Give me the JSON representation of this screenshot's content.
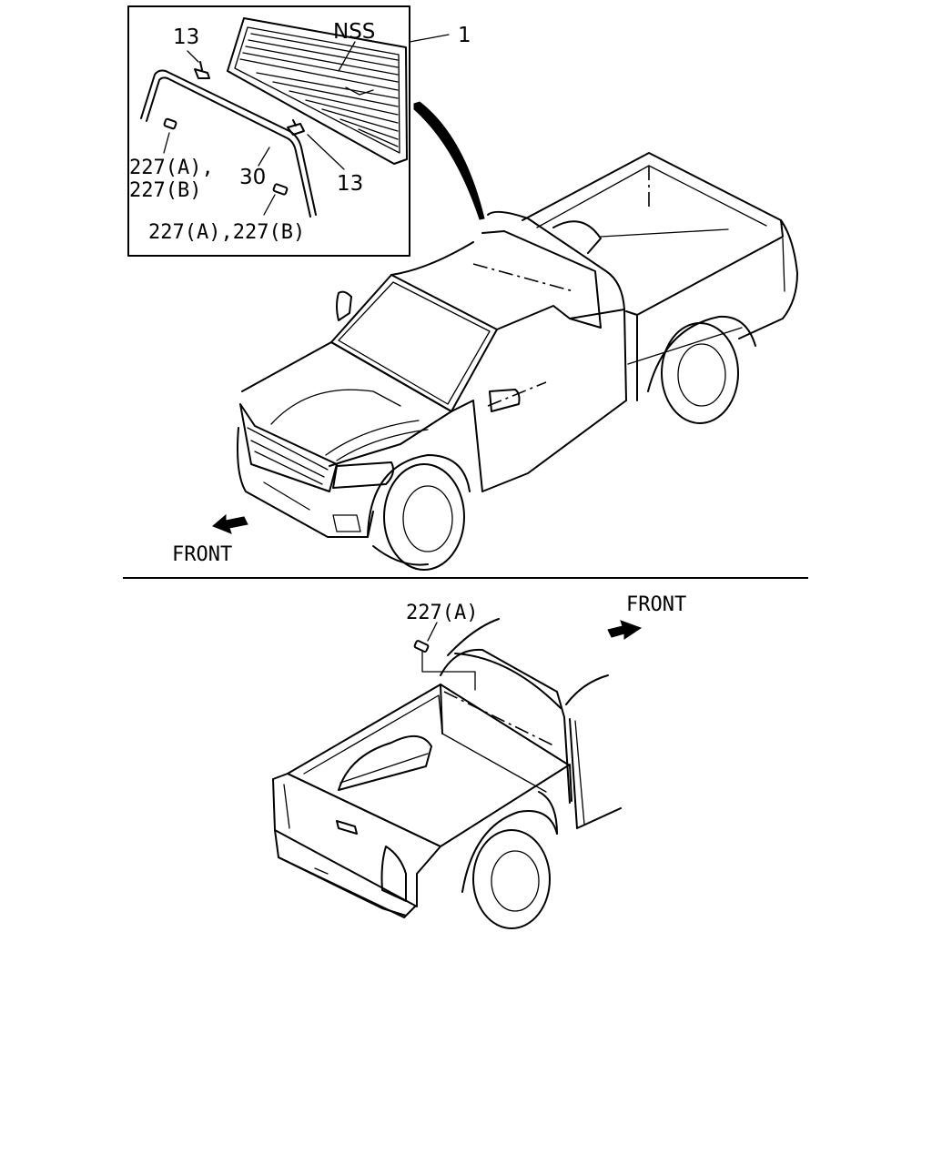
{
  "top_view": {
    "callouts": {
      "part_1": "1",
      "nss": "NSS",
      "clip_13_top": "13",
      "clip_13_right": "13",
      "moulding_30": "30",
      "plug_left_line1": "227(A),",
      "plug_left_line2": "227(B)",
      "plug_bottom": "227(A),227(B)"
    },
    "direction_label": "FRONT"
  },
  "bottom_view": {
    "callouts": {
      "plug_227a": "227(A)"
    },
    "direction_label": "FRONT"
  },
  "icons": {
    "top_arrow": "arrow-front-left-icon",
    "bottom_arrow": "arrow-front-right-icon"
  },
  "colors": {
    "line": "#000000",
    "background": "#ffffff"
  }
}
